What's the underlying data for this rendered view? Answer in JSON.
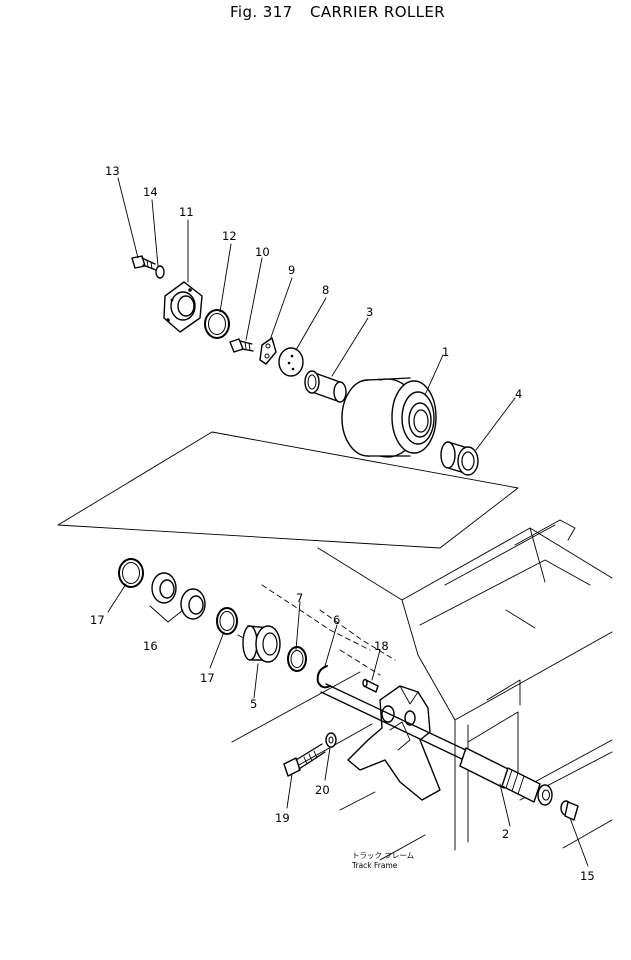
{
  "figure": {
    "number": "Fig. 317",
    "title": "CARRIER ROLLER"
  },
  "frame_note": {
    "jp": "トラック フレーム",
    "en": "Track Frame"
  },
  "callouts": {
    "p1": "1",
    "p2": "2",
    "p3": "3",
    "p4": "4",
    "p5": "5",
    "p6": "6",
    "p7": "7",
    "p8": "8",
    "p9": "9",
    "p10": "10",
    "p11": "11",
    "p12": "12",
    "p13": "13",
    "p14": "14",
    "p15": "15",
    "p16": "16",
    "p17a": "17",
    "p17b": "17",
    "p18": "18",
    "p19": "19",
    "p20": "20"
  }
}
